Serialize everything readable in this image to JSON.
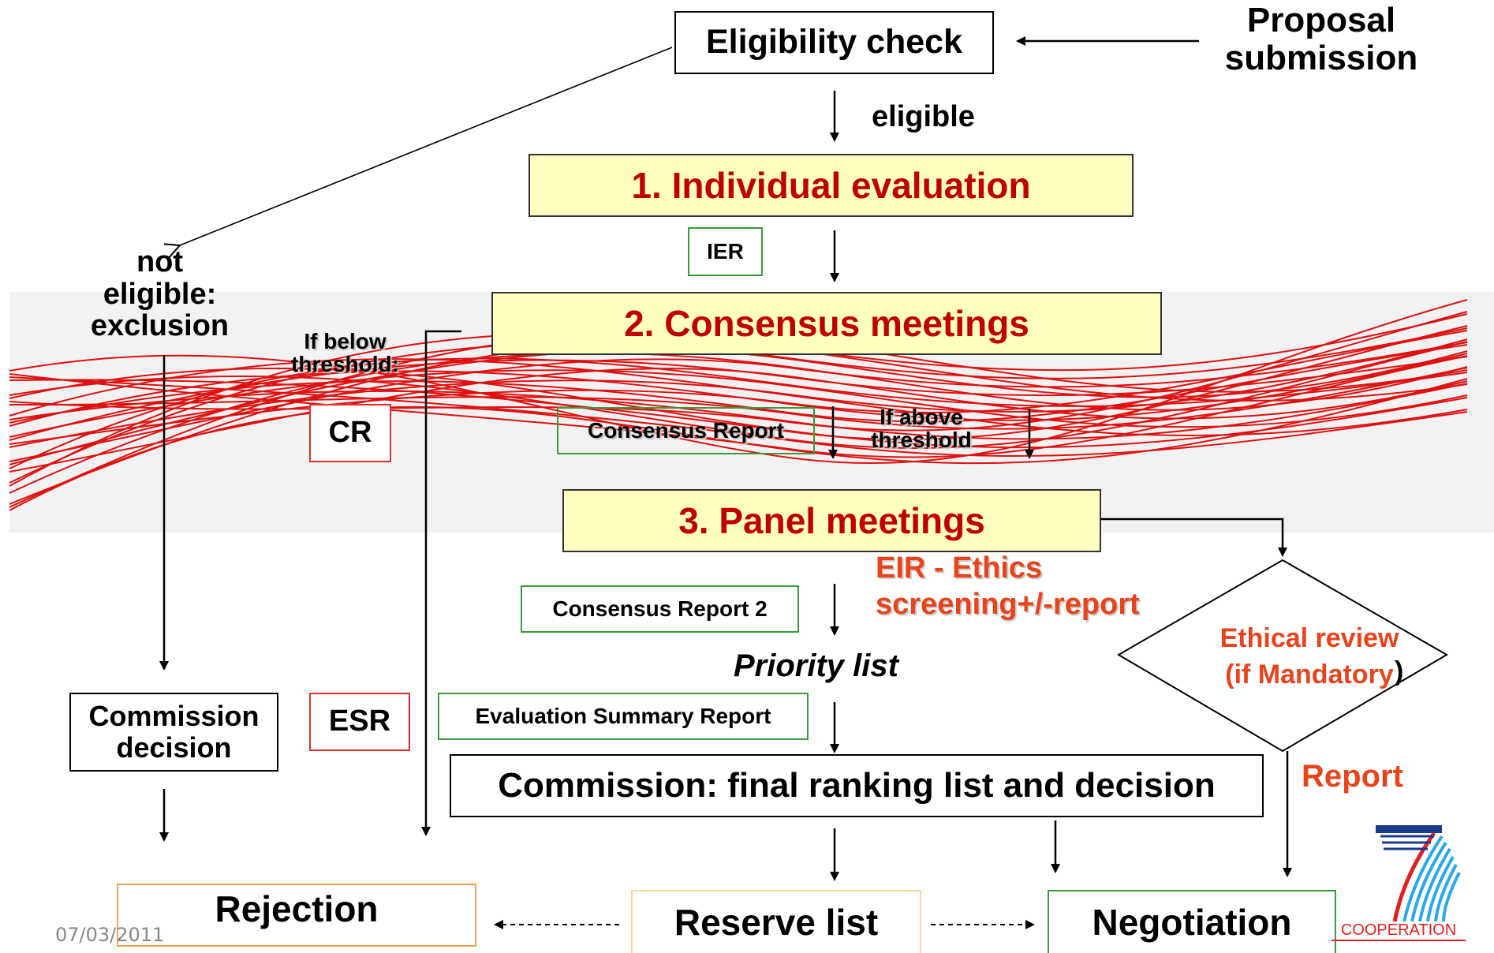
{
  "nodes": {
    "eligibility_check": "Eligibility check",
    "proposal_submission": "Proposal\nsubmission",
    "eligible": "eligible",
    "individual_evaluation": "1. Individual evaluation",
    "ier": "IER",
    "not_eligible": "not\neligible:\nexclusion",
    "consensus_meetings": "2. Consensus meetings",
    "if_below_threshold": "If below\nthreshold:",
    "cr": "CR",
    "consensus_report": "Consensus Report",
    "if_above_threshold": "If above\nthreshold",
    "panel_meetings": "3. Panel meetings",
    "eir_ethics": "EIR - Ethics\nscreening+/-report",
    "consensus_report_2": "Consensus Report 2",
    "priority_list": "Priority list",
    "ethical_review": "Ethical review\n(if Mandatory",
    "ethical_review_paren": ")",
    "commission_decision": "Commission\ndecision",
    "esr": "ESR",
    "evaluation_summary_report": "Evaluation Summary Report",
    "commission_final": "Commission: final ranking list and decision",
    "report": "Report",
    "rejection": "Rejection",
    "reserve_list": "Reserve list",
    "negotiation": "Negotiation"
  },
  "footer": {
    "date": "07/03/2011",
    "logo_text": "COOPERATION"
  },
  "colors": {
    "accent_red": "#c00000",
    "orange_text": "#e8431a",
    "box_fill": "#ffffc0",
    "wave": "#e01010",
    "green_border": "#3a9a3a"
  }
}
